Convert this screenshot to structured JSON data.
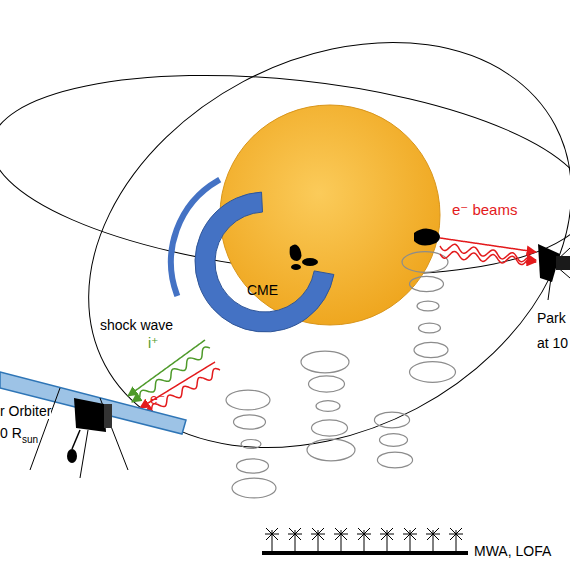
{
  "diagram": {
    "labels": [
      "e⁻ beams",
      "CME",
      "shock wave",
      "i⁺",
      "e⁻",
      "Park",
      "at 10",
      "r Orbiter",
      "0 R",
      "sun",
      "MWA, LOFA"
    ]
  }
}
